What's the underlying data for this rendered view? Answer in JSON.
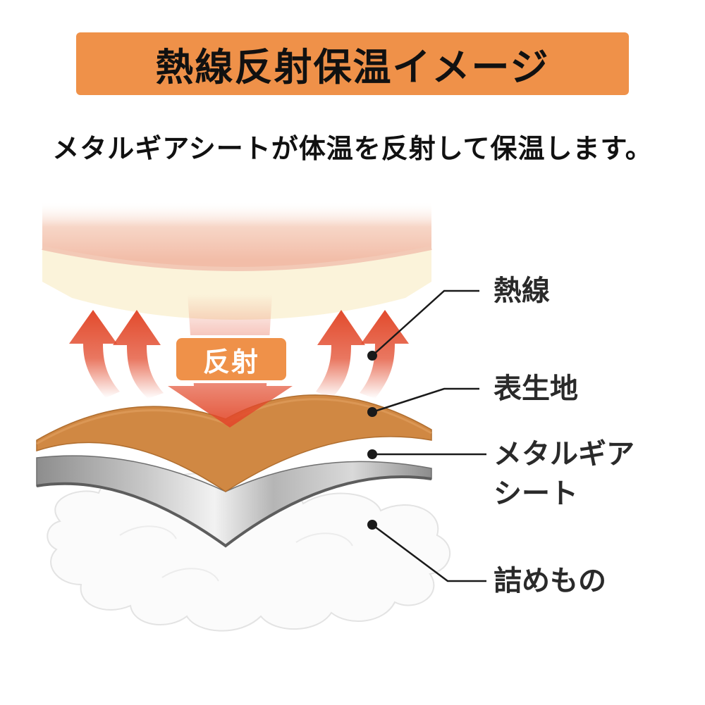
{
  "header": {
    "title": "熱線反射保温イメージ"
  },
  "subtitle": "メタルギアシートが体温を反射して保温します。",
  "badge": {
    "text": "反射"
  },
  "labels": {
    "heat_ray": "熱線",
    "outer_fabric": "表生地",
    "metal_gear_line1": "メタルギア",
    "metal_gear_line2": "シート",
    "filling": "詰めもの"
  },
  "colors": {
    "accent": "#ef9149",
    "arrow_red": "#e24a2c",
    "outer_fabric": "#d38a42",
    "metal": "#a9a9a9",
    "body_cream": "#fbf4dd",
    "skin_pink": "#f5c7b5"
  }
}
